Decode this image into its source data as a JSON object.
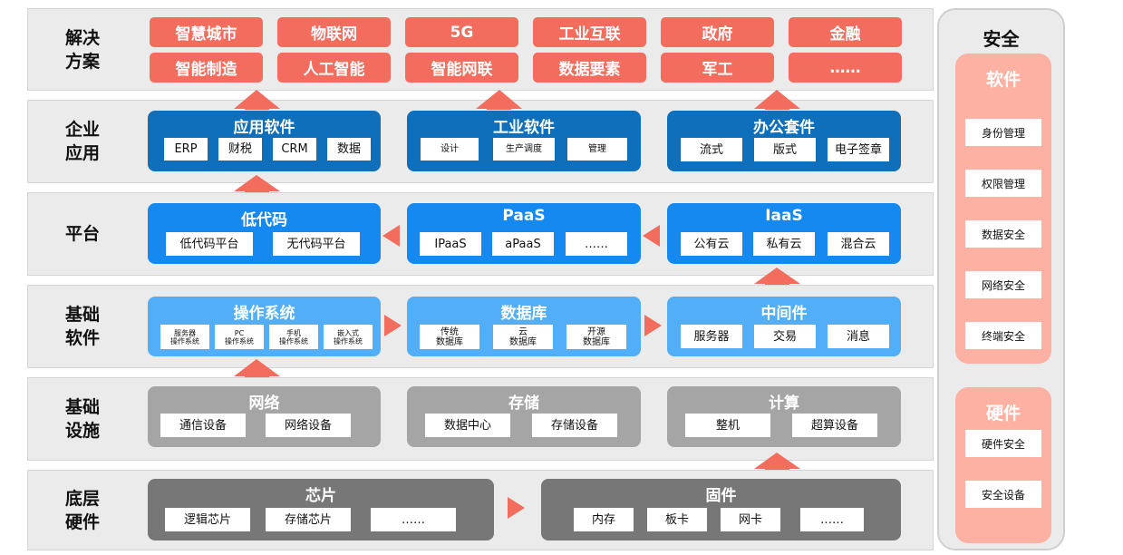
{
  "layers": {
    "solutions": {
      "label": "解决\n方案",
      "items": [
        "智慧城市",
        "物联网",
        "5G",
        "工业互联",
        "政府",
        "金融",
        "智能制造",
        "人工智能",
        "智能网联",
        "数据要素",
        "军工",
        "……"
      ]
    },
    "enterprise": {
      "label": "企业\n应用",
      "panels": [
        {
          "title": "应用软件",
          "items": [
            "ERP",
            "财税",
            "CRM",
            "数据"
          ]
        },
        {
          "title": "工业软件",
          "items": [
            "设计",
            "生产调度",
            "管理"
          ]
        },
        {
          "title": "办公套件",
          "items": [
            "流式",
            "版式",
            "电子签章"
          ]
        }
      ]
    },
    "platform": {
      "label": "平台",
      "panels": [
        {
          "title": "低代码",
          "items": [
            "低代码平台",
            "无代码平台"
          ]
        },
        {
          "title": "PaaS",
          "items": [
            "IPaaS",
            "aPaaS",
            "……"
          ]
        },
        {
          "title": "IaaS",
          "items": [
            "公有云",
            "私有云",
            "混合云"
          ]
        }
      ]
    },
    "basic_software": {
      "label": "基础\n软件",
      "panels": [
        {
          "title": "操作系统",
          "items": [
            "服务器\n操作系统",
            "PC\n操作系统",
            "手机\n操作系统",
            "嵌入式\n操作系统"
          ]
        },
        {
          "title": "数据库",
          "items": [
            "传统\n数据库",
            "云\n数据库",
            "开源\n数据库"
          ]
        },
        {
          "title": "中间件",
          "items": [
            "服务器",
            "交易",
            "消息"
          ]
        }
      ]
    },
    "infrastructure": {
      "label": "基础\n设施",
      "panels": [
        {
          "title": "网络",
          "items": [
            "通信设备",
            "网络设备"
          ]
        },
        {
          "title": "存储",
          "items": [
            "数据中心",
            "存储设备"
          ]
        },
        {
          "title": "计算",
          "items": [
            "整机",
            "超算设备"
          ]
        }
      ]
    },
    "hardware": {
      "label": "底层\n硬件",
      "panels": [
        {
          "title": "芯片",
          "items": [
            "逻辑芯片",
            "存储芯片",
            "……"
          ]
        },
        {
          "title": "固件",
          "items": [
            "内存",
            "板卡",
            "网卡",
            "……"
          ]
        }
      ]
    }
  },
  "security": {
    "title": "安全",
    "software": {
      "title": "软件",
      "items": [
        "身份管理",
        "权限管理",
        "数据安全",
        "网络安全",
        "终端安全"
      ]
    },
    "hardware": {
      "title": "硬件",
      "items": [
        "硬件安全",
        "安全设备"
      ]
    }
  },
  "colors": {
    "solution": "#f36d5f",
    "enterprise": "#0f6fba",
    "platform": "#1589ef",
    "basic_software": "#52aef6",
    "infrastructure": "#a5a5a5",
    "hardware": "#777777",
    "arrow": "#f36d5f",
    "security_panel": "#fdb1a3"
  }
}
